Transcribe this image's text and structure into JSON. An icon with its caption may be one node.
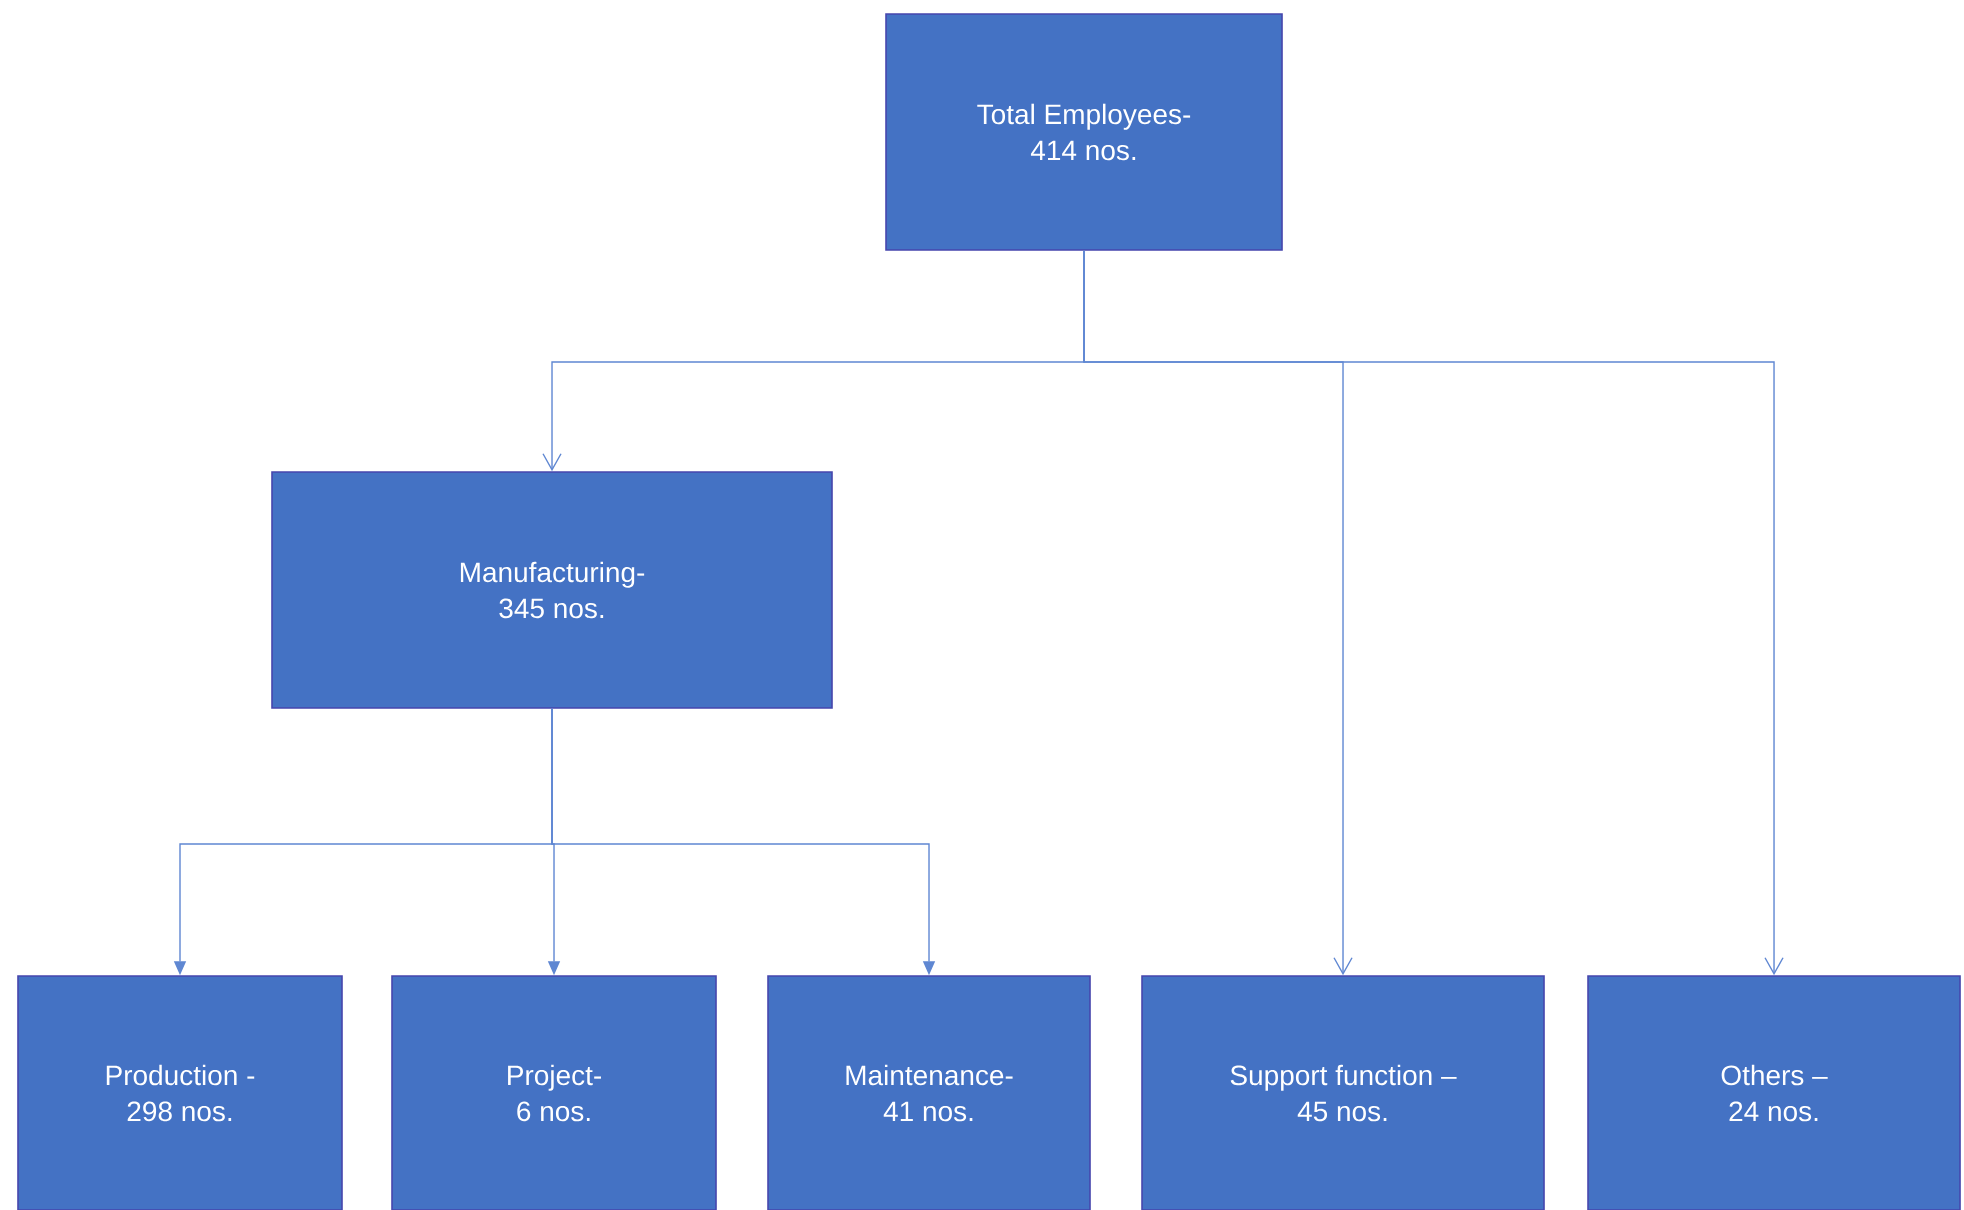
{
  "diagram": {
    "nodes": [
      {
        "text": [
          "Total Employees- 414 nos."
        ]
      },
      {
        "text": [
          "Manufacturing- 345 nos."
        ]
      },
      {
        "text": [
          "Production - 298 nos."
        ]
      },
      {
        "text": [
          "Project- 6 nos."
        ]
      },
      {
        "text": [
          "Maintenance- 41 nos."
        ]
      },
      {
        "text": [
          "Support function – 45 nos."
        ]
      },
      {
        "text": [
          "Others – 24 nos."
        ]
      }
    ],
    "edges": [
      {
        "from": 0,
        "to": 1,
        "arrow": "to"
      },
      {
        "from": 0,
        "to": 5,
        "arrow": "to"
      },
      {
        "from": 0,
        "to": 6,
        "arrow": "to"
      },
      {
        "from": 1,
        "to": 2,
        "arrow": "to"
      },
      {
        "from": 1,
        "to": 3,
        "arrow": "to"
      },
      {
        "from": 1,
        "to": 4,
        "arrow": "to"
      }
    ]
  }
}
